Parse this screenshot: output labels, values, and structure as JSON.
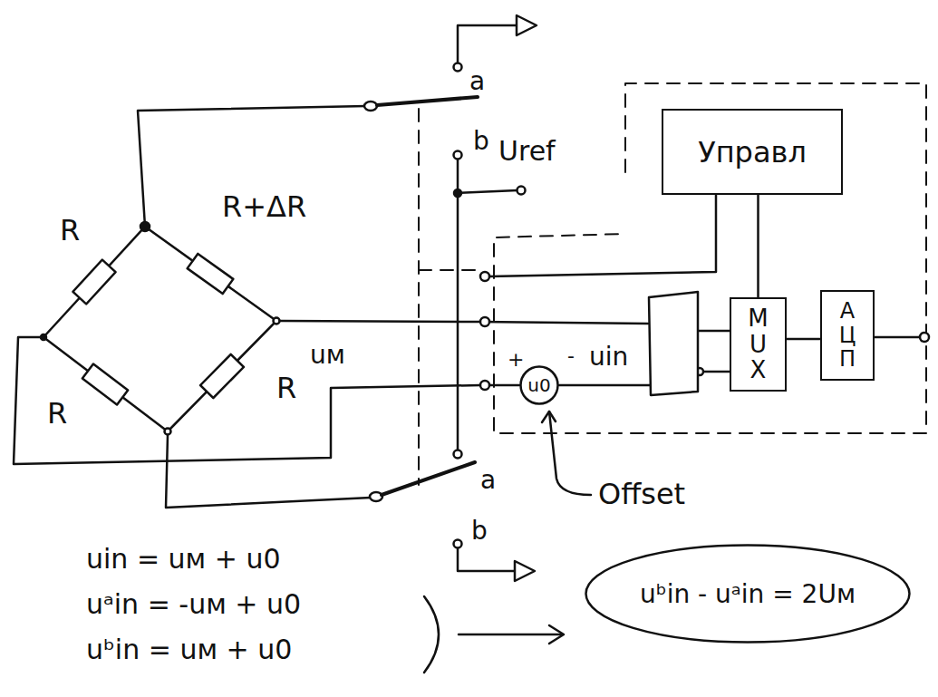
{
  "diagram": {
    "nodes": [
      {
        "text": [
          "Управл"
        ]
      },
      {
        "text": [
          "MUX"
        ]
      },
      {
        "text": [
          "АЦП"
        ]
      },
      {
        "text": [
          "u0"
        ]
      },
      {
        "text": [
          "uᵇin - uᵃin = 2Uм"
        ]
      }
    ],
    "edges": [
      {
        "from": 0,
        "to": 1,
        "arrow": "none"
      },
      {
        "from": 1,
        "to": 2,
        "arrow": "none"
      }
    ],
    "labels": [
      "a",
      "b",
      "Uref",
      "R",
      "R+ΔR",
      "R",
      "R",
      "uм",
      "+",
      "-",
      "uin",
      "Offset",
      "a",
      "b",
      "uin = uм + u0",
      "uᵃin = -uм + u0",
      "uᵇin = uм + u0"
    ]
  }
}
